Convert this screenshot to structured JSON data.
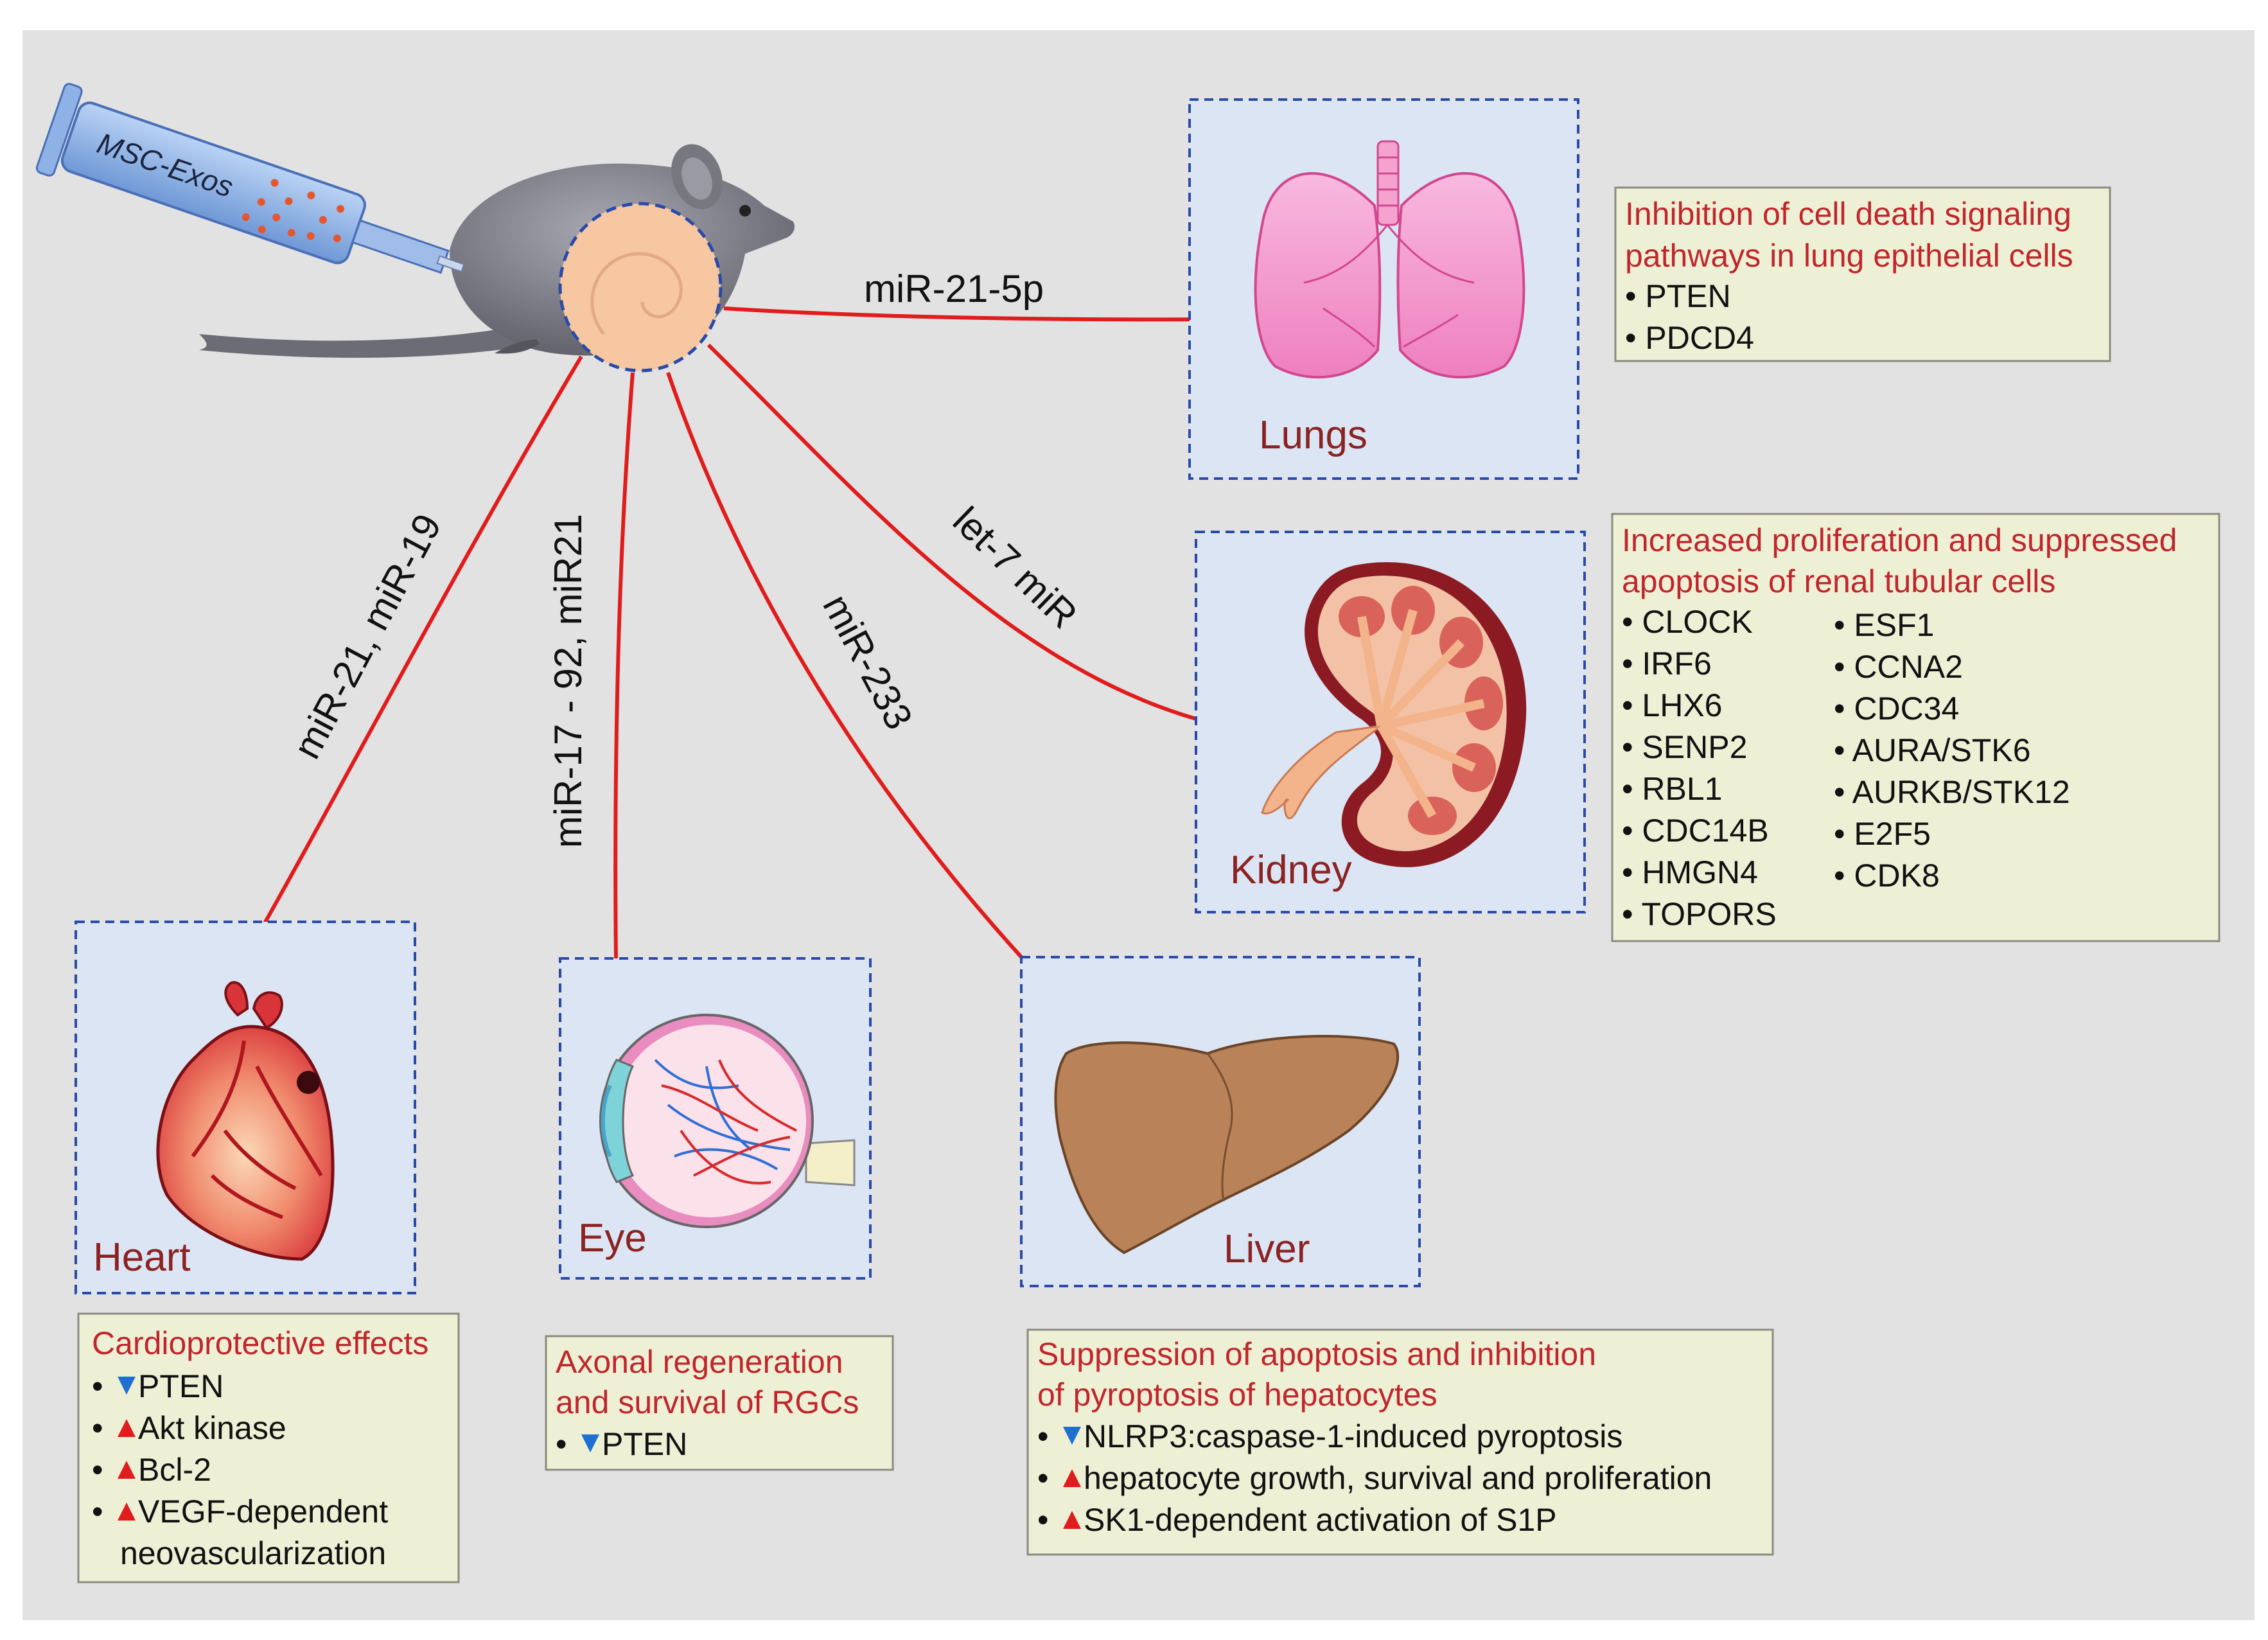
{
  "injection": {
    "syringe_label": "MSC-Exos"
  },
  "routes": {
    "lungs": "miR-21-5p",
    "kidney": "let-7 miR",
    "liver": "miR-233",
    "eye": "miR-17 - 92, miR21",
    "heart": "miR-21, miR-19"
  },
  "organs": {
    "lungs": "Lungs",
    "kidney": "Kidney",
    "heart": "Heart",
    "eye": "Eye",
    "liver": "Liver"
  },
  "effects": {
    "lungs": {
      "title": [
        "Inhibition of cell death signaling",
        "pathways in lung epithelial cells"
      ],
      "items": [
        "PTEN",
        "PDCD4"
      ]
    },
    "kidney": {
      "title": [
        "Increased proliferation and suppressed",
        "apoptosis of renal tubular cells"
      ],
      "col1": [
        "CLOCK",
        "IRF6",
        "LHX6",
        "SENP2",
        "RBL1",
        "CDC14B",
        "HMGN4",
        "TOPORS"
      ],
      "col2": [
        "ESF1",
        "CCNA2",
        "CDC34",
        "AURA/STK6",
        "AURKB/STK12",
        "E2F5",
        "CDK8"
      ]
    },
    "heart": {
      "title": "Cardioprotective effects",
      "items": [
        {
          "dir": "down",
          "text": "PTEN"
        },
        {
          "dir": "up",
          "text": "Akt kinase"
        },
        {
          "dir": "up",
          "text": "Bcl-2"
        },
        {
          "dir": "up",
          "text": "VEGF-dependent",
          "cont": "neovascularization"
        }
      ]
    },
    "eye": {
      "title": [
        "Axonal regeneration",
        "and survival of RGCs"
      ],
      "items": [
        {
          "dir": "down",
          "text": "PTEN"
        }
      ]
    },
    "liver": {
      "title": [
        "Suppression of apoptosis and inhibition",
        "of pyroptosis of hepatocytes"
      ],
      "items": [
        {
          "dir": "down",
          "text": "NLRP3:caspase-1-induced pyroptosis"
        },
        {
          "dir": "up",
          "text": "hepatocyte growth, survival and proliferation"
        },
        {
          "dir": "up",
          "text": "SK1-dependent activation of S1P"
        }
      ]
    }
  },
  "colors": {
    "background": "#e2e2e2",
    "organ_panel": "#dbe5f3",
    "panel_border": "#2a4aa8",
    "effect_box": "#eef0d6",
    "arrow": "#e01c1c",
    "title_red": "#c0262b",
    "organ_label": "#8b2323",
    "up_marker": "#e01c1c",
    "down_marker": "#1f6fd1"
  }
}
